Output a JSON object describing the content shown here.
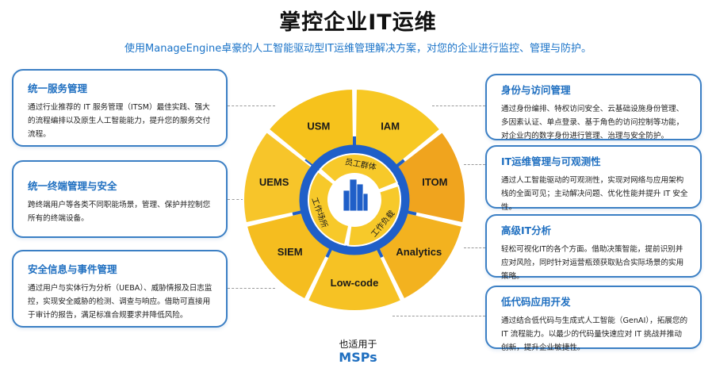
{
  "header": {
    "title": "掌控企业IT运维",
    "subtitle": "使用ManageEngine卓豪的人工智能驱动型IT运维管理解决方案，对您的企业进行监控、管理与防护。"
  },
  "left_cards": [
    {
      "title": "统一服务管理",
      "body": "通过行业推荐的 IT 服务管理（ITSM）最佳实践、强大的流程编排以及原生人工智能能力，提升您的服务交付流程。"
    },
    {
      "title": "统一终端管理与安全",
      "body": "跨终端用户等各类不同职能场景，管理、保护并控制您所有的终端设备。"
    },
    {
      "title": "安全信息与事件管理",
      "body": "通过用户与实体行为分析（UEBA）、威胁情报及日志监控，实现安全威胁的检测、调查与响应。借助可直接用于审计的报告，满足标准合规要求并降低风险。"
    }
  ],
  "right_cards": [
    {
      "title": "身份与访问管理",
      "body": "通过身份编排、特权访问安全、云基础设施身份管理、多因素认证、单点登录、基于角色的访问控制等功能，对企业内的数字身份进行管理、治理与安全防护。"
    },
    {
      "title": "IT运维管理与可观测性",
      "body": "通过人工智能驱动的可观测性，实现对网络与应用架构栈的全面可见；主动解决问题、优化性能并提升 IT 安全性。"
    },
    {
      "title": "高级IT分析",
      "body": "轻松可视化IT的各个方面。借助决策智能，提前识别并应对风险，同时针对运营瓶颈获取贴合实际场景的实用策略。"
    },
    {
      "title": "低代码应用开发",
      "body": "通过结合低代码与生成式人工智能（GenAI），拓展您的 IT 流程能力。以最少的代码量快速应对 IT 挑战并推动创新，提升企业敏捷性。"
    }
  ],
  "wheel": {
    "segments": [
      {
        "label": "USM",
        "color": "#f6c21c"
      },
      {
        "label": "IAM",
        "color": "#f7c824"
      },
      {
        "label": "ITOM",
        "color": "#f0a41e"
      },
      {
        "label": "Analytics",
        "color": "#f3b21f"
      },
      {
        "label": "Low-code",
        "color": "#f6c224"
      },
      {
        "label": "SIEM",
        "color": "#f5bd1f"
      },
      {
        "label": "UEMS",
        "color": "#f7c52a"
      }
    ],
    "inner": [
      "员工群体",
      "工作负载",
      "工作场所"
    ],
    "ring_color": "#1f5fc8",
    "inner_color": "#f7c92a"
  },
  "footer": {
    "also": "也适用于",
    "msps": "MSPs"
  }
}
